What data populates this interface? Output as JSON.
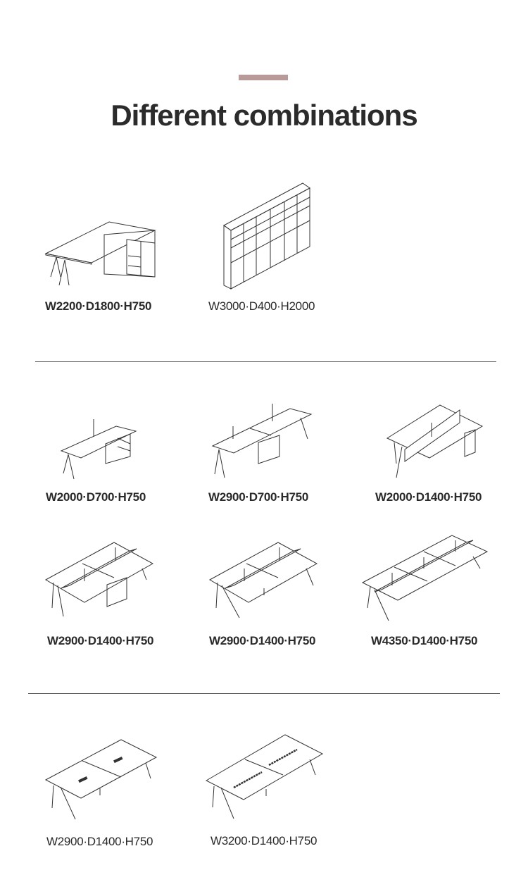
{
  "header": {
    "title": "Different combinations"
  },
  "accent_color": "#b89a98",
  "sections": [
    {
      "items": [
        {
          "label": "W2200·D1800·H750",
          "icon": "l-shaped-executive-desk"
        },
        {
          "label": "W3000·D400·H2000",
          "icon": "bookcase-cabinet"
        }
      ]
    },
    {
      "items": [
        {
          "label": "W2000·D700·H750",
          "icon": "single-desk-with-pedestal"
        },
        {
          "label": "W2900·D700·H750",
          "icon": "double-desk-with-pedestal"
        },
        {
          "label": "W2000·D1400·H750",
          "icon": "face-to-face-desk-with-screen"
        },
        {
          "label": "W2900·D1400·H750",
          "icon": "four-person-workstation-with-pedestals"
        },
        {
          "label": "W2900·D1400·H750",
          "icon": "four-person-workstation"
        },
        {
          "label": "W4350·D1400·H750",
          "icon": "six-person-workstation"
        }
      ]
    },
    {
      "items": [
        {
          "label": "W2900·D1400·H750",
          "icon": "meeting-table-small"
        },
        {
          "label": "W3200·D1400·H750",
          "icon": "meeting-table-large"
        }
      ]
    }
  ]
}
